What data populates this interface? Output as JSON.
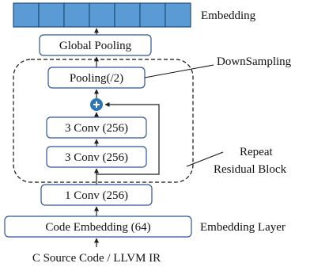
{
  "colors": {
    "box_stroke": "#2f5597",
    "embedding_fill": "#5b9bd5",
    "embedding_stroke": "#1f4e79",
    "arrow": "#1f1f1f",
    "add_node": "#2e75b6"
  },
  "icons": {
    "add_node": "plus-circle-icon"
  },
  "embedding_vector": {
    "cells": 7
  },
  "labels": {
    "embedding": "Embedding",
    "downsampling": "DownSampling",
    "repeat_line1": "Repeat",
    "repeat_line2": "Residual Block",
    "embedding_layer": "Embedding Layer"
  },
  "nodes": {
    "global_pooling": "Global Pooling",
    "pooling": "Pooling(/2)",
    "conv3_upper": "3 Conv (256)",
    "conv3_lower": "3 Conv (256)",
    "conv1": "1 Conv (256)",
    "code_embedding": "Code Embedding (64)"
  },
  "input_text": "C Source Code / LLVM IR"
}
